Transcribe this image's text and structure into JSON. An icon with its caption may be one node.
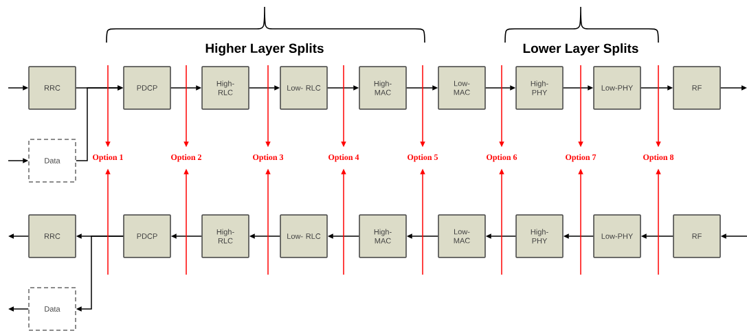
{
  "diagram": {
    "nodes": [
      {
        "text": [
          "RRC"
        ]
      },
      {
        "text": [
          "PDCP"
        ]
      },
      {
        "text": [
          "High- RLC"
        ]
      },
      {
        "text": [
          "Low- RLC"
        ]
      },
      {
        "text": [
          "High- MAC"
        ]
      },
      {
        "text": [
          "Low- MAC"
        ]
      },
      {
        "text": [
          "High- PHY"
        ]
      },
      {
        "text": [
          "Low-PHY"
        ]
      },
      {
        "text": [
          "RF"
        ]
      },
      {
        "text": [
          "Data"
        ]
      },
      {
        "text": [
          "RRC"
        ]
      },
      {
        "text": [
          "PDCP"
        ]
      },
      {
        "text": [
          "High- RLC"
        ]
      },
      {
        "text": [
          "Low- RLC"
        ]
      },
      {
        "text": [
          "High- MAC"
        ]
      },
      {
        "text": [
          "Low- MAC"
        ]
      },
      {
        "text": [
          "High- PHY"
        ]
      },
      {
        "text": [
          "Low-PHY"
        ]
      },
      {
        "text": [
          "RF"
        ]
      },
      {
        "text": [
          "Data"
        ]
      },
      {
        "text": [
          "Option 1"
        ]
      },
      {
        "text": [
          "Option 2"
        ]
      },
      {
        "text": [
          "Option 3"
        ]
      },
      {
        "text": [
          "Option 4"
        ]
      },
      {
        "text": [
          "Option 5"
        ]
      },
      {
        "text": [
          "Option 6"
        ]
      },
      {
        "text": [
          "Option 7"
        ]
      },
      {
        "text": [
          "Option 8"
        ]
      }
    ],
    "edges": [
      {
        "from": null,
        "to": 0,
        "arrow": "to"
      },
      {
        "from": 0,
        "to": 1,
        "arrow": "to"
      },
      {
        "from": 1,
        "to": 2,
        "arrow": "to"
      },
      {
        "from": 2,
        "to": 3,
        "arrow": "to"
      },
      {
        "from": 3,
        "to": 4,
        "arrow": "to"
      },
      {
        "from": 4,
        "to": 5,
        "arrow": "to"
      },
      {
        "from": 5,
        "to": 6,
        "arrow": "to"
      },
      {
        "from": 6,
        "to": 7,
        "arrow": "to"
      },
      {
        "from": 7,
        "to": 8,
        "arrow": "to"
      },
      {
        "from": 8,
        "to": null,
        "arrow": "to"
      },
      {
        "from": null,
        "to": 9,
        "arrow": "to"
      },
      {
        "from": 9,
        "to": 1,
        "arrow": "to"
      },
      {
        "from": null,
        "to": 18,
        "arrow": "to"
      },
      {
        "from": 18,
        "to": 17,
        "arrow": "to"
      },
      {
        "from": 17,
        "to": 16,
        "arrow": "to"
      },
      {
        "from": 16,
        "to": 15,
        "arrow": "to"
      },
      {
        "from": 15,
        "to": 14,
        "arrow": "to"
      },
      {
        "from": 14,
        "to": 13,
        "arrow": "to"
      },
      {
        "from": 13,
        "to": 12,
        "arrow": "to"
      },
      {
        "from": 12,
        "to": 11,
        "arrow": "to"
      },
      {
        "from": 11,
        "to": 10,
        "arrow": "to"
      },
      {
        "from": 10,
        "to": null,
        "arrow": "to"
      },
      {
        "from": 11,
        "to": 19,
        "arrow": "to"
      },
      {
        "from": 19,
        "to": null,
        "arrow": "to"
      },
      {
        "from": null,
        "to": 20,
        "arrow": "to",
        "color": "#ff0000"
      },
      {
        "from": null,
        "to": 21,
        "arrow": "to",
        "color": "#ff0000"
      },
      {
        "from": null,
        "to": 22,
        "arrow": "to",
        "color": "#ff0000"
      },
      {
        "from": null,
        "to": 23,
        "arrow": "to",
        "color": "#ff0000"
      },
      {
        "from": null,
        "to": 24,
        "arrow": "to",
        "color": "#ff0000"
      },
      {
        "from": null,
        "to": 25,
        "arrow": "to",
        "color": "#ff0000"
      },
      {
        "from": null,
        "to": 26,
        "arrow": "to",
        "color": "#ff0000"
      },
      {
        "from": null,
        "to": 27,
        "arrow": "to",
        "color": "#ff0000"
      },
      {
        "from": null,
        "to": 20,
        "arrow": "to",
        "color": "#ff0000"
      },
      {
        "from": null,
        "to": 21,
        "arrow": "to",
        "color": "#ff0000"
      },
      {
        "from": null,
        "to": 22,
        "arrow": "to",
        "color": "#ff0000"
      },
      {
        "from": null,
        "to": 23,
        "arrow": "to",
        "color": "#ff0000"
      },
      {
        "from": null,
        "to": 24,
        "arrow": "to",
        "color": "#ff0000"
      },
      {
        "from": null,
        "to": 25,
        "arrow": "to",
        "color": "#ff0000"
      },
      {
        "from": null,
        "to": 26,
        "arrow": "to",
        "color": "#ff0000"
      },
      {
        "from": null,
        "to": 27,
        "arrow": "to",
        "color": "#ff0000"
      }
    ],
    "labels": [
      "Higher Layer Splits",
      "Lower Layer Splits"
    ]
  }
}
